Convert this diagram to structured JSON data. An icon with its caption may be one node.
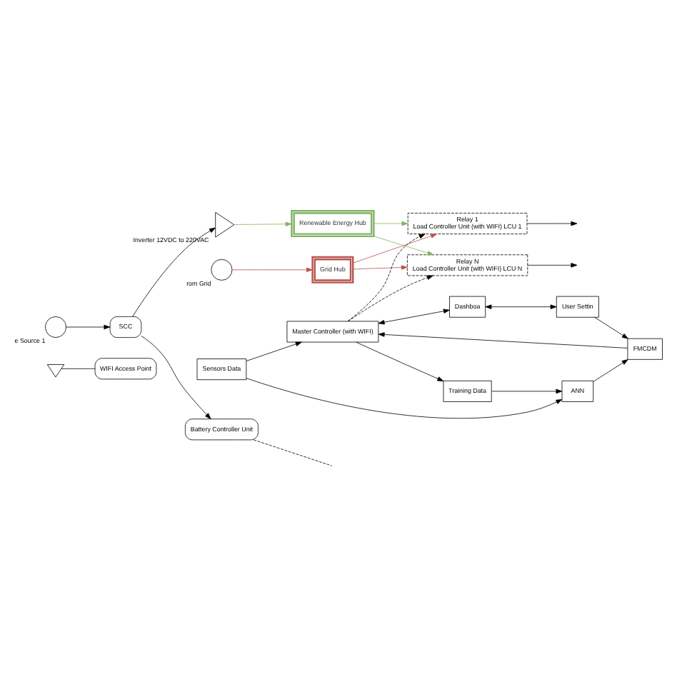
{
  "diagram": {
    "nodes": [
      {
        "text": [],
        "shape": "antenna"
      },
      {
        "text": [
          "WIFI Access Point"
        ]
      },
      {
        "text": [],
        "shape": "circle",
        "beside": [
          "rom Grid"
        ]
      },
      {
        "text": [],
        "shape": "circle",
        "beside": [
          "e Source 1"
        ]
      },
      {
        "text": [
          "SCC"
        ]
      },
      {
        "text": [],
        "shape": "triangle",
        "beside": [
          "Inverter 12VDC to 220VAC"
        ]
      },
      {
        "text": [
          "Battery Controller Unit"
        ]
      },
      {
        "text": [
          "Grid Hub"
        ]
      },
      {
        "text": [
          "Renewable Energy Hub"
        ]
      },
      {
        "text": [
          "Relay 1",
          "Load Controller Unit (with WIFI) LCU 1"
        ]
      },
      {
        "text": [
          "Relay N",
          "Load Controller Unit (with WIFI) LCU N"
        ]
      },
      {
        "text": [
          "Sensors Data"
        ]
      },
      {
        "text": [
          "ANN"
        ]
      },
      {
        "text": [
          "Training Data"
        ]
      },
      {
        "text": [
          "FMCDM"
        ]
      },
      {
        "text": [
          "Master Controller (with WIFI)"
        ]
      },
      {
        "text": [
          "Dashboa"
        ]
      },
      {
        "text": [
          "User Settin"
        ]
      }
    ],
    "edges": [
      {
        "from": 0,
        "to": 1,
        "arrow": "none"
      },
      {
        "from": 2,
        "to": 7,
        "arrow": "to",
        "color": "#b85450"
      },
      {
        "from": 3,
        "to": 4,
        "arrow": "to"
      },
      {
        "from": 4,
        "to": 5,
        "arrow": "to"
      },
      {
        "from": 4,
        "to": 6,
        "arrow": "to"
      },
      {
        "from": 6,
        "to": null,
        "arrow": "none",
        "style": "dashed"
      },
      {
        "from": 5,
        "to": 8,
        "arrow": "to",
        "color": "#82b366"
      },
      {
        "from": 7,
        "to": 9,
        "arrow": "to",
        "color": "#b85450"
      },
      {
        "from": 8,
        "to": 9,
        "arrow": "to",
        "color": "#82b366"
      },
      {
        "from": 7,
        "to": 10,
        "arrow": "to",
        "color": "#b85450"
      },
      {
        "from": 8,
        "to": 10,
        "arrow": "to",
        "color": "#82b366"
      },
      {
        "from": 9,
        "to": null,
        "arrow": "to"
      },
      {
        "from": 10,
        "to": null,
        "arrow": "to"
      },
      {
        "from": 15,
        "to": 9,
        "arrow": "to",
        "style": "dashed"
      },
      {
        "from": 15,
        "to": 10,
        "arrow": "to",
        "style": "dashed"
      },
      {
        "from": 11,
        "to": 15,
        "arrow": "to"
      },
      {
        "from": 11,
        "to": 12,
        "arrow": "to"
      },
      {
        "from": 13,
        "to": 12,
        "arrow": "to"
      },
      {
        "from": 15,
        "to": 13,
        "arrow": "to"
      },
      {
        "from": 12,
        "to": 14,
        "arrow": "to"
      },
      {
        "from": 14,
        "to": 15,
        "arrow": "to"
      },
      {
        "from": 15,
        "to": 16,
        "arrow": "both"
      },
      {
        "from": 16,
        "to": 17,
        "arrow": "both"
      },
      {
        "from": 17,
        "to": 14,
        "arrow": "to"
      }
    ]
  }
}
